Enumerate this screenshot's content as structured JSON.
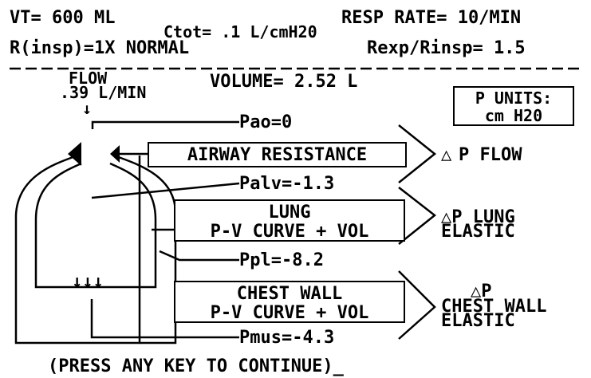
{
  "header": {
    "vt": "VT= 600 ML",
    "resp_rate": "RESP RATE= 10/MIN",
    "ctot": "Ctot= .1 L/cmH20",
    "r_insp": "R(insp)=1X NORMAL",
    "rexp_rinsp": "Rexp/Rinsp= 1.5"
  },
  "flow": {
    "label": "FLOW",
    "value": ".39 L/MIN",
    "arrow": "↓"
  },
  "volume": "VOLUME= 2.52 L",
  "p_units": {
    "line1": "P UNITS:",
    "line2": "cm H20"
  },
  "pressures": {
    "pao": "Pao=0",
    "palv": "Palv=-1.3",
    "ppl": "Ppl=-8.2",
    "pmus": "Pmus=-4.3"
  },
  "boxes": {
    "airway": "AIRWAY RESISTANCE",
    "lung_line1": "LUNG",
    "lung_line2": "P-V CURVE + VOL",
    "chest_line1": "CHEST WALL",
    "chest_line2": "P-V CURVE + VOL"
  },
  "deltas": {
    "flow_symbol": "△",
    "flow_text": "P FLOW",
    "lung_line1": "△P LUNG",
    "lung_line2": "ELASTIC",
    "chest_line1": "△P",
    "chest_line2": "CHEST WALL",
    "chest_line3": "ELASTIC"
  },
  "arrows_down": "↓↓↓",
  "footer": "(PRESS ANY KEY TO CONTINUE)_"
}
